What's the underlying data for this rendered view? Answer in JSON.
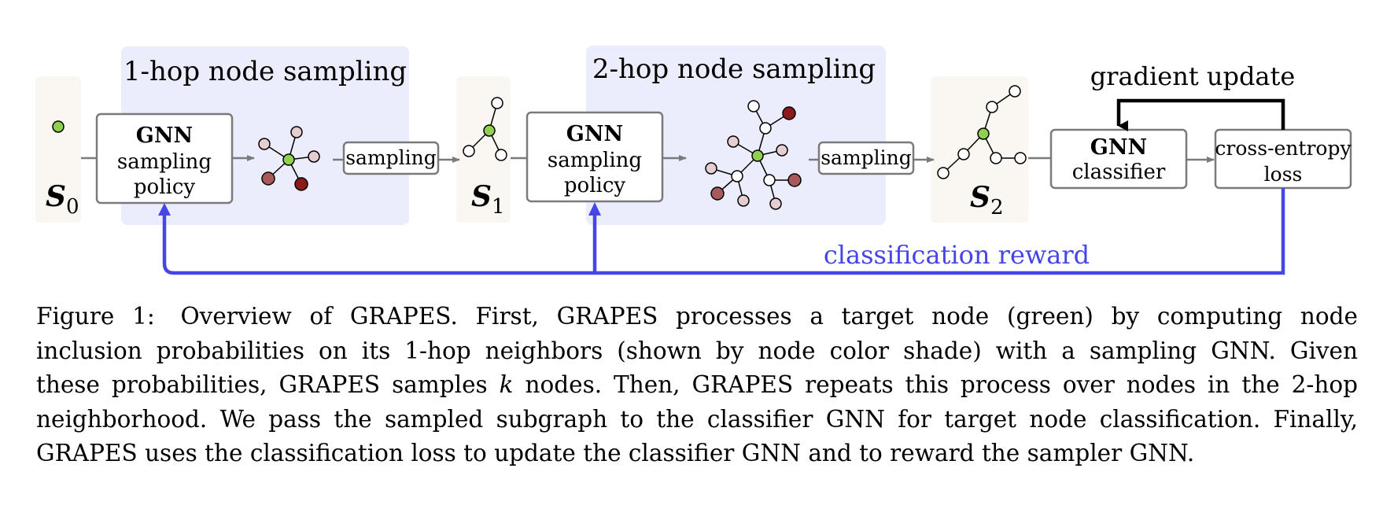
{
  "figure": {
    "s0_label": "S",
    "s0_sub": "0",
    "s1_label": "S",
    "s1_sub": "1",
    "s2_label": "S",
    "s2_sub": "2",
    "panel1_title": "1-hop node sampling",
    "panel2_title": "2-hop node sampling",
    "policy1": {
      "title": "GNN",
      "line1": "sampling",
      "line2": "policy"
    },
    "policy2": {
      "title": "GNN",
      "line1": "sampling",
      "line2": "policy"
    },
    "sampling1_label": "sampling",
    "sampling2_label": "sampling",
    "classifier": {
      "title": "GNN",
      "line1": "classifier"
    },
    "loss": {
      "line1": "cross-entropy",
      "line2": "loss"
    },
    "gradient_label": "gradient update",
    "reward_label": "classification reward",
    "colors": {
      "panel_bg": "#ecedfc",
      "subgraph_bg": "#faf6f2",
      "target_node": "#8fd14f",
      "prob_light": "#e6cdd2",
      "prob_mid": "#a85a5a",
      "prob_dark": "#8b1a1a",
      "reward_arrow": "#4545e8",
      "box_border": "#7a7a7a"
    }
  },
  "caption": {
    "label": "Figure 1:",
    "lines": [
      "Overview of GRAPES. First, GRAPES processes a target node (green) by computing node",
      "inclusion probabilities on its 1-hop neighbors (shown by node color shade) with a sampling GNN. Given",
      "these probabilities, GRAPES samples ",
      " nodes. Then, GRAPES repeats this process over nodes in the 2-hop",
      "neighborhood. We pass the sampled subgraph to the classifier GNN for target node classification. Finally,",
      "GRAPES uses the classification loss to update the classifier GNN and to reward the sampler GNN."
    ],
    "k": "k"
  }
}
